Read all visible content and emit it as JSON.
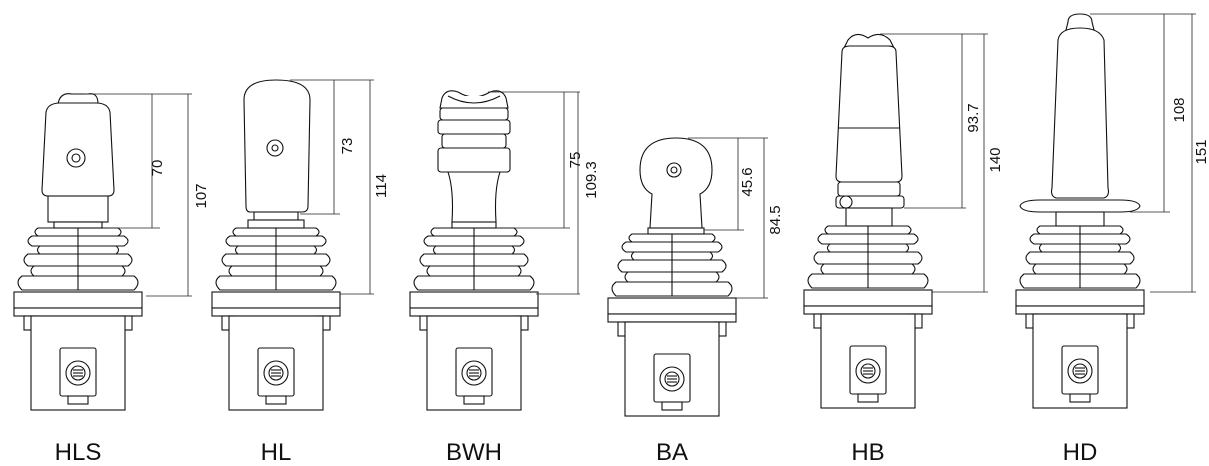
{
  "models": [
    {
      "label": "HLS",
      "dims": [
        "70",
        "107"
      ]
    },
    {
      "label": "HL",
      "dims": [
        "73",
        "114"
      ]
    },
    {
      "label": "BWH",
      "dims": [
        "75",
        "109.3"
      ]
    },
    {
      "label": "BA",
      "dims": [
        "45.6",
        "84.5"
      ]
    },
    {
      "label": "HB",
      "dims": [
        "93.7",
        "140"
      ]
    },
    {
      "label": "HD",
      "dims": [
        "108",
        "151"
      ]
    }
  ]
}
